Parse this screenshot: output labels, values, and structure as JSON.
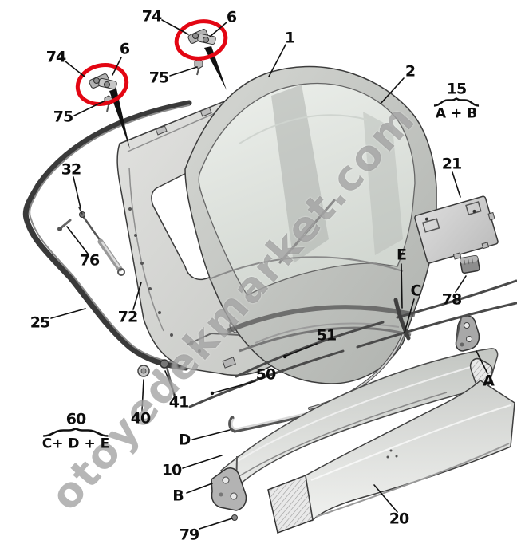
{
  "watermark": {
    "text": "otoyedekmarket.com"
  },
  "colors": {
    "highlight_red": "#e30613",
    "ink": "#111111"
  },
  "callouts": {
    "hinge_right_74": "74",
    "hinge_right_6": "6",
    "hinge_right_75": "75",
    "hinge_left_74": "74",
    "hinge_left_6": "6",
    "hinge_left_75": "75",
    "inner_frame_1": "1",
    "outer_panel_2": "2",
    "module_21": "21",
    "ball_stud_32": "32",
    "gas_strut_76": "76",
    "stop_72": "72",
    "seal_25": "25",
    "strip_E": "E",
    "strip_C": "C",
    "plug_78": "78",
    "bracket_A": "A",
    "strip_51": "51",
    "strip_50": "50",
    "pin_41": "41",
    "grommet_40": "40",
    "strip_D": "D",
    "spoiler_10": "10",
    "bracket_B": "B",
    "trim_20": "20",
    "bolt_79": "79"
  },
  "assemblies": {
    "kit15": {
      "number": "15",
      "components": "A + B"
    },
    "kit60": {
      "number": "60",
      "components": "C+ D + E"
    }
  }
}
